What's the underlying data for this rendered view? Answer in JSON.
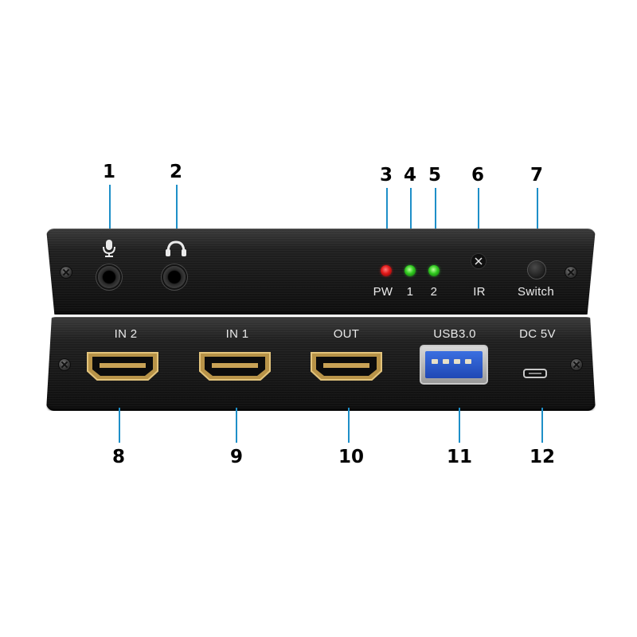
{
  "callouts": [
    "1",
    "2",
    "3",
    "4",
    "5",
    "6",
    "7",
    "8",
    "9",
    "10",
    "11",
    "12"
  ],
  "top_panel": {
    "labels": {
      "power": "PW",
      "led1": "1",
      "led2": "2",
      "ir": "IR",
      "switch": "Switch"
    },
    "icons": {
      "mic": "microphone-icon",
      "headphone": "headphone-icon"
    }
  },
  "bottom_panel": {
    "labels": {
      "in2": "IN 2",
      "in1": "IN 1",
      "out": "OUT",
      "usb": "USB3.0",
      "dc": "DC 5V"
    }
  },
  "colors": {
    "leader": "#1e8fc8",
    "led_power": "#e01818",
    "led_active": "#2fc91e",
    "usb_blue": "#2a5bd7",
    "hdmi_gold": "#c9a256"
  }
}
